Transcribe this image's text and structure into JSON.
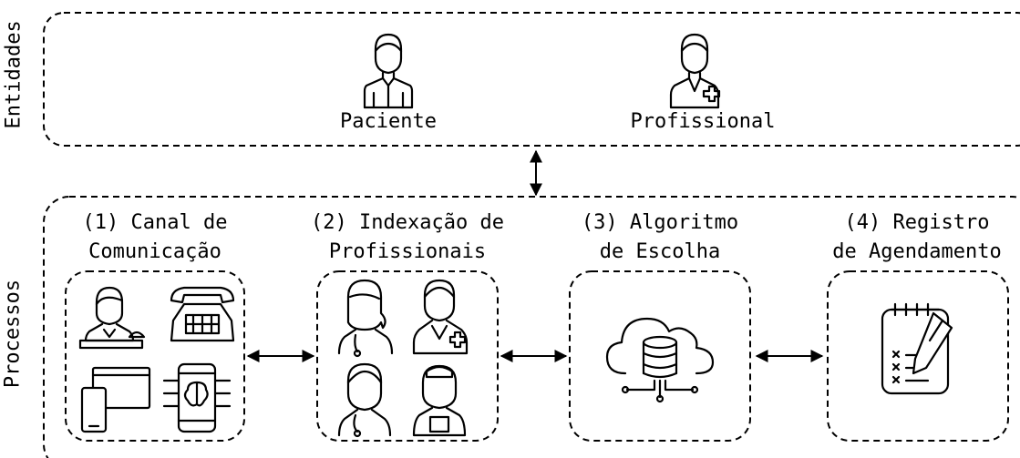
{
  "sections": {
    "entities_label": "Entidades",
    "processes_label": "Processos"
  },
  "entities": [
    {
      "label": "Paciente",
      "icon": "patient-icon"
    },
    {
      "label": "Profissional",
      "icon": "doctor-icon"
    }
  ],
  "processes": [
    {
      "line1": "(1) Canal de",
      "line2": "Comunicação",
      "icons": [
        "receptionist-icon",
        "telephone-icon",
        "devices-icon",
        "ai-brain-phone-icon"
      ]
    },
    {
      "line1": "(2) Indexação de",
      "line2": "Profissionais",
      "icons": [
        "female-doctor-icon",
        "male-nurse-icon",
        "male-doctor-icon",
        "female-nurse-icon"
      ]
    },
    {
      "line1": "(3) Algoritmo",
      "line2": "de Escolha",
      "icons": [
        "cloud-database-icon"
      ]
    },
    {
      "line1": "(4) Registro",
      "line2": "de Agendamento",
      "icons": [
        "checklist-edit-icon"
      ]
    }
  ]
}
